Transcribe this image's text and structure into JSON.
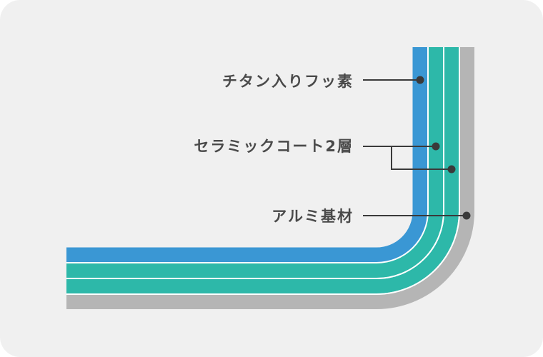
{
  "labels": {
    "top": "チタン入りフッ素",
    "middle": "セラミックコート2層",
    "bottom": "アルミ基材"
  },
  "colors": {
    "card_background": "#f0f0f0",
    "fluorine_layer": "#3a97d4",
    "ceramic_layer": "#2db8a9",
    "aluminum_base": "#b5b5b5",
    "separator": "#ffffff",
    "label_text": "#4a4a4a",
    "leader_line": "#3a3a3a"
  }
}
